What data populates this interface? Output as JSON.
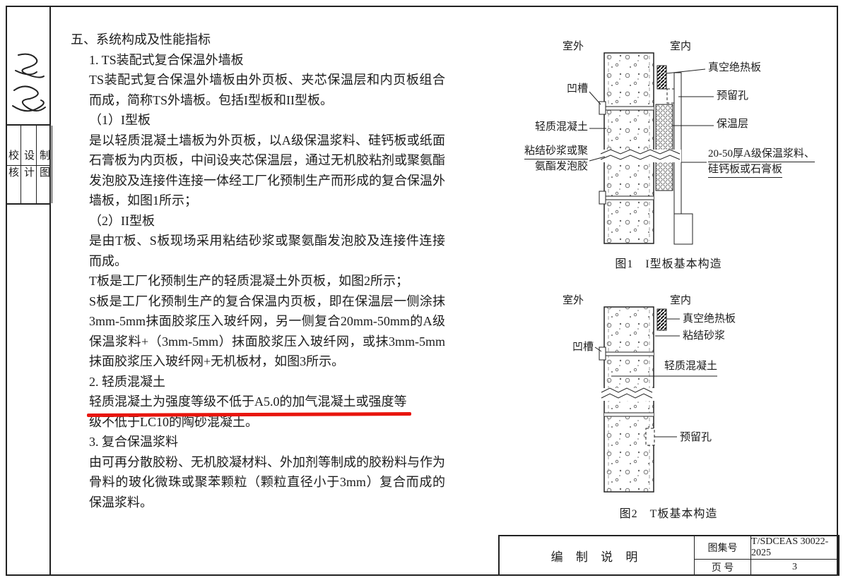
{
  "colors": {
    "ink": "#1c1c1c",
    "highlight_red": "#e8150d",
    "border": "#222222"
  },
  "left_strip": {
    "roles": [
      "校核",
      "设计",
      "制图"
    ]
  },
  "content": {
    "heading": "五、系统构成及性能指标",
    "item1": "1. TS装配式复合保温外墙板",
    "para1": "TS装配式复合保温外墙板由外页板、夹芯保温层和内页板组合而成，简称TS外墙板。包括I型板和II型板。",
    "sub1": "（1）I型板",
    "para2": "是以轻质混凝土墙板为外页板，以A级保温浆料、硅钙板或纸面石膏板为内页板，中间设夹芯保温层，通过无机胶粘剂或聚氨酯发泡胶及连接件连接一体经工厂化预制生产而形成的复合保温外墙板，如图1所示；",
    "sub2": "（2）II型板",
    "para3": "是由T板、S板现场采用粘结砂浆或聚氨酯发泡胶及连接件连接而成。",
    "para4": "T板是工厂化预制生产的轻质混凝土外页板，如图2所示；",
    "para5": "S板是工厂化预制生产的复合保温内页板，即在保温层一侧涂抹3mm-5mm抹面胶浆压入玻纤网，另一侧复合20mm-50mm的A级保温浆料+（3mm-5mm）抹面胶浆压入玻纤网，或抹3mm-5mm抹面胶浆压入玻纤网+无机板材，如图3所示。",
    "item2": "2. 轻质混凝土",
    "para6_underlined": "轻质混凝土为强度等级不低于A5.0的加气混凝土或强度等",
    "para6_rest": "级不低于LC10的陶砂混凝土。",
    "item3": "3. 复合保温浆料",
    "para7": "由可再分散胶粉、无机胶凝材料、外加剂等制成的胶粉料与作为骨料的玻化微珠或聚苯颗粒（颗粒直径小于3mm）复合而成的保温浆料。"
  },
  "fig1": {
    "outdoor": "室外",
    "indoor": "室内",
    "labels": {
      "vip": "真空绝热板",
      "hole": "预留孔",
      "insulation": "保温层",
      "board_line1": "20-50厚A级保温浆料、",
      "board_line2": "硅钙板或石膏板",
      "groove": "凹槽",
      "concrete": "轻质混凝土",
      "mortar_line1": "粘结砂浆或聚",
      "mortar_line2": "氨酯发泡胶"
    },
    "caption": "图1　I型板基本构造"
  },
  "fig2": {
    "outdoor": "室外",
    "indoor": "室内",
    "labels": {
      "vip": "真空绝热板",
      "mortar": "粘结砂浆",
      "groove": "凹槽",
      "concrete": "轻质混凝土",
      "hole": "预留孔"
    },
    "caption": "图2　T板基本构造"
  },
  "title_block": {
    "doc_title": "编 制 说 明",
    "atlas_no_label": "图集号",
    "atlas_no": "T/SDCEAS 30022-2025",
    "page_label": "页 号",
    "page_no": "3"
  }
}
